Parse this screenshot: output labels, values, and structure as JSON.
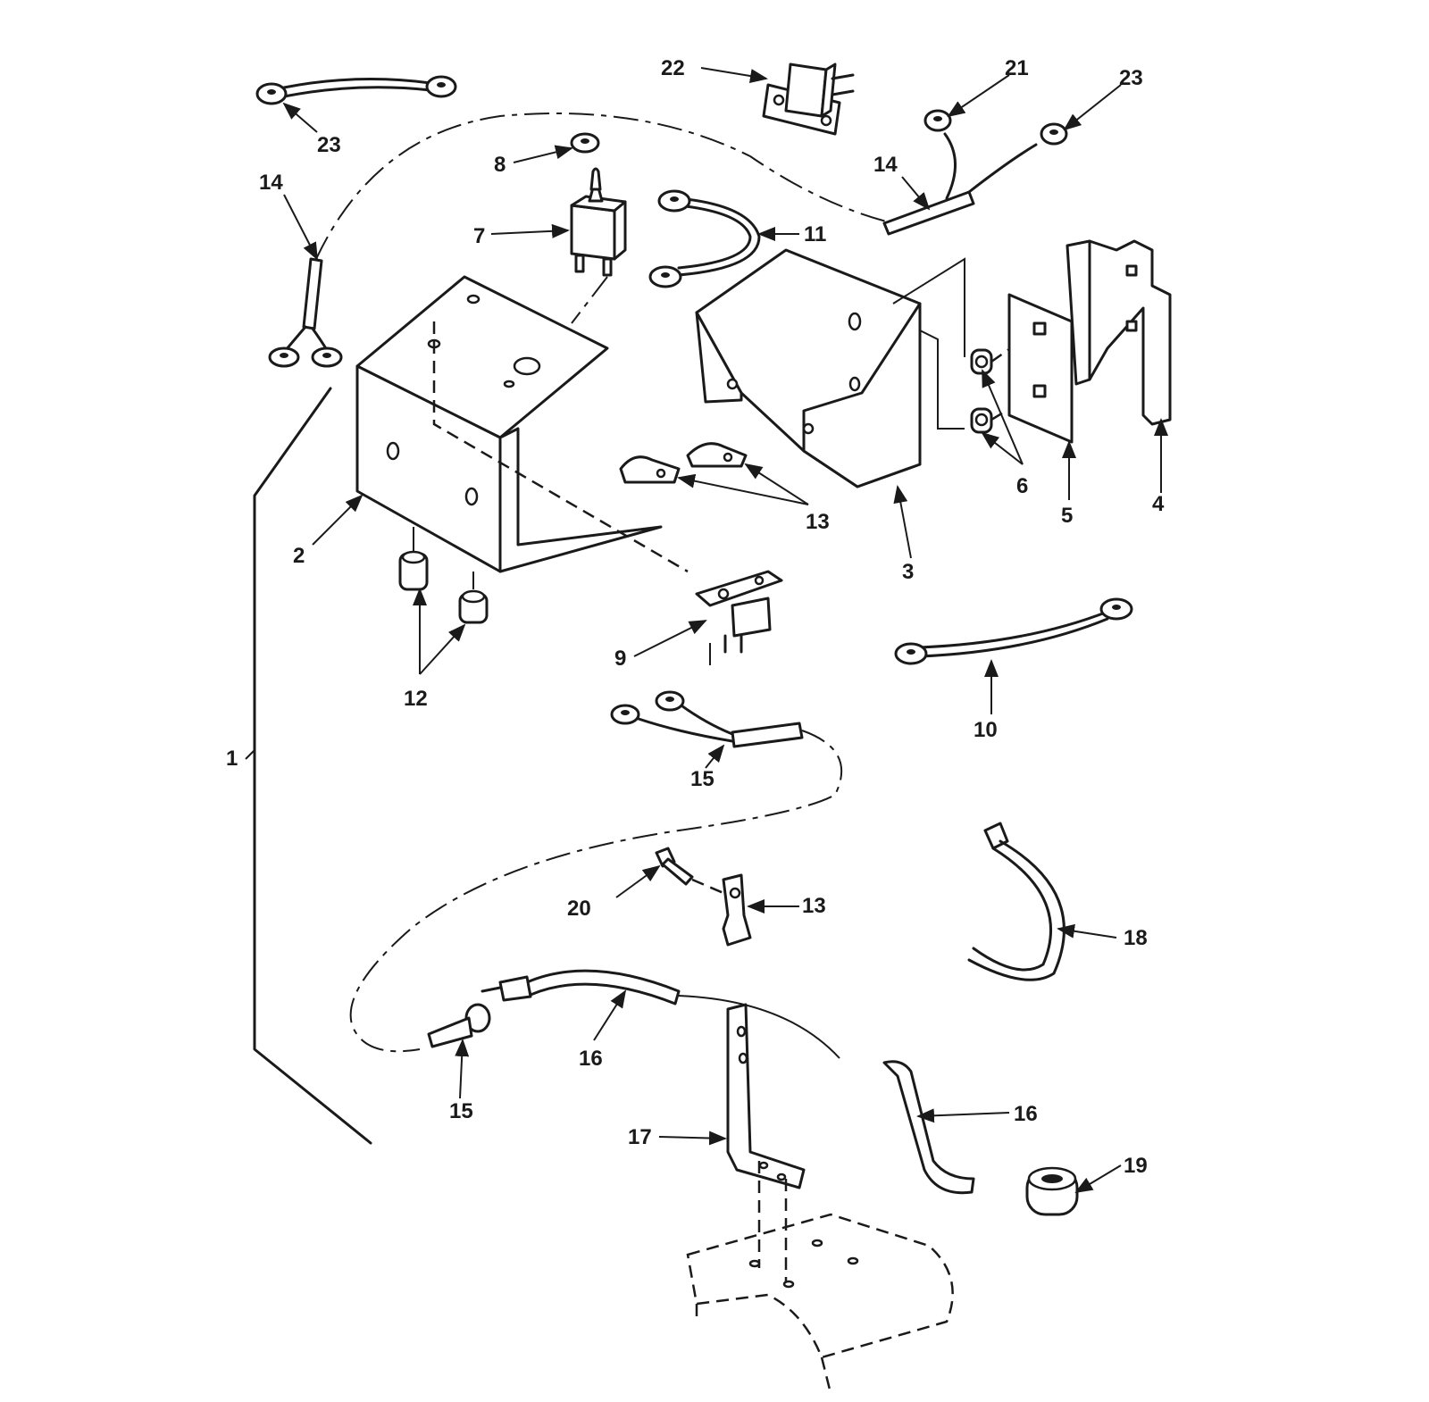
{
  "diagram": {
    "type": "exploded-parts-diagram",
    "callouts": [
      {
        "id": "c1",
        "label": "1"
      },
      {
        "id": "c2",
        "label": "2"
      },
      {
        "id": "c3",
        "label": "3"
      },
      {
        "id": "c4",
        "label": "4"
      },
      {
        "id": "c5",
        "label": "5"
      },
      {
        "id": "c6",
        "label": "6"
      },
      {
        "id": "c7",
        "label": "7"
      },
      {
        "id": "c8",
        "label": "8"
      },
      {
        "id": "c9",
        "label": "9"
      },
      {
        "id": "c10",
        "label": "10"
      },
      {
        "id": "c11",
        "label": "11"
      },
      {
        "id": "c12",
        "label": "12"
      },
      {
        "id": "c13a",
        "label": "13"
      },
      {
        "id": "c13b",
        "label": "13"
      },
      {
        "id": "c14a",
        "label": "14"
      },
      {
        "id": "c14b",
        "label": "14"
      },
      {
        "id": "c15a",
        "label": "15"
      },
      {
        "id": "c15b",
        "label": "15"
      },
      {
        "id": "c16a",
        "label": "16"
      },
      {
        "id": "c16b",
        "label": "16"
      },
      {
        "id": "c17",
        "label": "17"
      },
      {
        "id": "c18",
        "label": "18"
      },
      {
        "id": "c19",
        "label": "19"
      },
      {
        "id": "c20",
        "label": "20"
      },
      {
        "id": "c21",
        "label": "21"
      },
      {
        "id": "c22",
        "label": "22"
      },
      {
        "id": "c23a",
        "label": "23"
      },
      {
        "id": "c23b",
        "label": "23"
      }
    ]
  }
}
